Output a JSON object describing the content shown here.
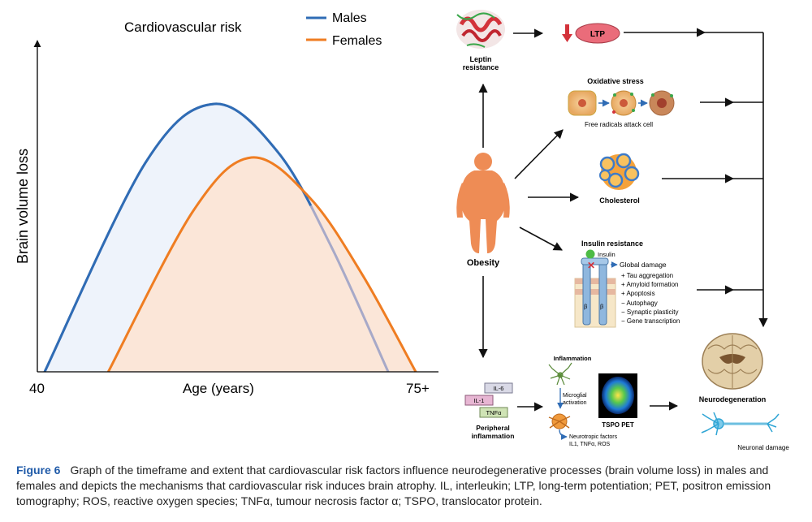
{
  "chart": {
    "title": "Cardiovascular risk",
    "ylabel": "Brain volume loss",
    "xlabel": "Age (years)",
    "x_start_label": "40",
    "x_end_label": "75+",
    "legend": [
      {
        "name": "Males",
        "color": "#2f6cb5"
      },
      {
        "name": "Females",
        "color": "#ef7d22"
      }
    ]
  },
  "chart_data": {
    "type": "area",
    "title": "Cardiovascular risk",
    "xlabel": "Age (years)",
    "ylabel": "Brain volume loss",
    "x_ticks": [
      "40",
      "75+"
    ],
    "legend_position": "top-right",
    "grid": false,
    "series": [
      {
        "name": "Males",
        "color": "#2f6cb5",
        "x": [
          40,
          49.5,
          56,
          62,
          67,
          72.4
        ],
        "y": [
          0,
          0.78,
          1.0,
          0.82,
          0.47,
          0
        ]
      },
      {
        "name": "Females",
        "color": "#ef7d22",
        "x": [
          46,
          54,
          59.5,
          65,
          70,
          75
        ],
        "y": [
          0,
          0.6,
          0.8,
          0.65,
          0.36,
          0
        ]
      }
    ]
  },
  "diagram": {
    "leptin_label_1": "Leptin",
    "leptin_label_2": "resistance",
    "ltp_label": "LTP",
    "oxidative_title": "Oxidative stress",
    "oxidative_caption": "Free radicals attack cell",
    "cholesterol_label": "Cholesterol",
    "obesity_label": "Obesity",
    "insulin_title": "Insulin resistance",
    "insulin_label": "Insulin",
    "global_damage": "Global damage",
    "effects": [
      "+ Tau aggregation",
      "+ Amyloid formation",
      "+ Apoptosis",
      "− Autophagy",
      "− Synaptic plasticity",
      "− Gene transcription"
    ],
    "beta_1": "β",
    "beta_2": "β",
    "cytokines": [
      "IL-6",
      "IL-1",
      "TNFα"
    ],
    "peripheral_1": "Peripheral",
    "peripheral_2": "inflammation",
    "inflammation_title": "Inflammation",
    "microglial_1": "Microglial",
    "microglial_2": "activation",
    "neurotropic_1": "Neurotropic factors",
    "neurotropic_2": "IL1, TNFα, ROS",
    "tspo_label": "TSPO PET",
    "neurodegeneration_label": "Neurodegeneration",
    "neuronal_damage": "Neuronal damage"
  },
  "caption": {
    "figure_label": "Figure 6",
    "text": "Graph of the timeframe and extent that cardiovascular risk factors influence neurodegenerative processes (brain volume loss) in males and females and depicts the mechanisms that cardiovascular risk induces brain atrophy. IL, interleukin; LTP, long-term potentiation; PET, positron emission tomography; ROS, reactive oxygen species; TNFα, tumour necrosis factor α; TSPO, translocator protein."
  },
  "colors": {
    "males": "#2f6cb5",
    "females": "#ef7d22",
    "male_fill": "#eef3fb",
    "female_fill": "#fbe6d8",
    "ltp": "#ea6c7a",
    "obesity": "#ee8c55",
    "caption_label": "#1f5aa8"
  }
}
